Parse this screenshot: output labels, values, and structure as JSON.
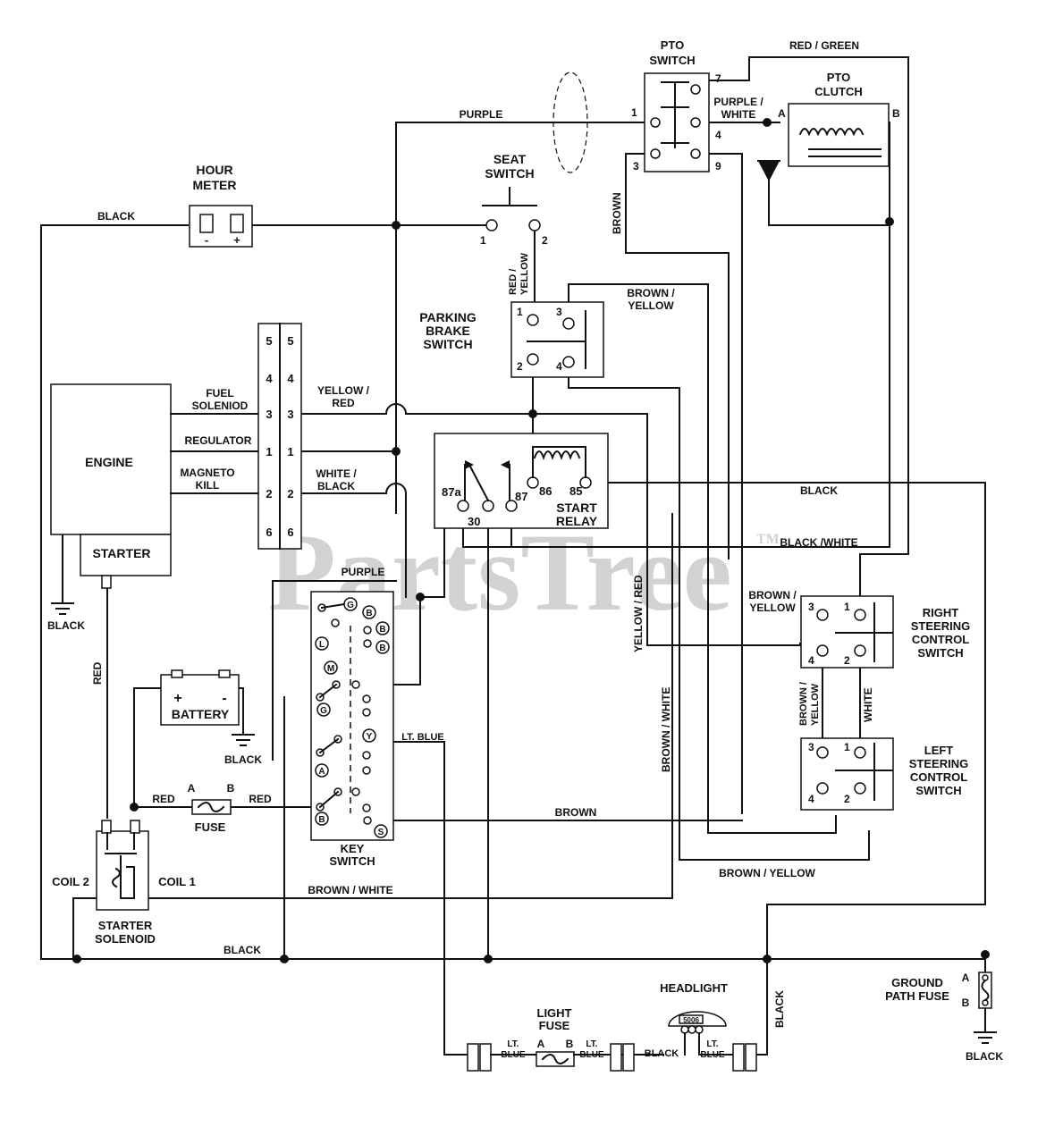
{
  "watermark": "PartsTree",
  "watermark_tm": "TM",
  "components": {
    "hour_meter": [
      "HOUR",
      "METER"
    ],
    "seat_switch": [
      "SEAT",
      "SWITCH"
    ],
    "pto_switch": [
      "PTO",
      "SWITCH"
    ],
    "pto_clutch": [
      "PTO",
      "CLUTCH"
    ],
    "parking_brake": [
      "PARKING",
      "BRAKE",
      "SWITCH"
    ],
    "engine": "ENGINE",
    "starter": "STARTER",
    "start_relay": [
      "START",
      "RELAY"
    ],
    "battery": "BATTERY",
    "fuse": "FUSE",
    "key_switch": [
      "KEY",
      "SWITCH"
    ],
    "starter_solenoid": [
      "STARTER",
      "SOLENOID"
    ],
    "coil2": "COIL 2",
    "coil1": "COIL 1",
    "right_steering": [
      "RIGHT",
      "STEERING",
      "CONTROL",
      "SWITCH"
    ],
    "left_steering": [
      "LEFT",
      "STEERING",
      "CONTROL",
      "SWITCH"
    ],
    "light_fuse": [
      "LIGHT",
      "FUSE"
    ],
    "headlight": "HEADLIGHT",
    "headlight_bulb": "5006",
    "ground_path_fuse": [
      "GROUND",
      "PATH FUSE"
    ]
  },
  "engine_terminals": {
    "fuel_solenoid": [
      "FUEL",
      "SOLENIOD"
    ],
    "regulator": "REGULATOR",
    "magneto_kill": [
      "MAGNETO",
      "KILL"
    ]
  },
  "wires": {
    "black": "BLACK",
    "purple": "PURPLE",
    "red_green": "RED / GREEN",
    "purple_white": [
      "PURPLE /",
      "WHITE"
    ],
    "brown": "BROWN",
    "red_yellow": [
      "RED /",
      "YELLOW"
    ],
    "brown_yellow": [
      "BROWN /",
      "YELLOW"
    ],
    "yellow_red": [
      "YELLOW /",
      "RED"
    ],
    "white_black": [
      "WHITE /",
      "BLACK"
    ],
    "black_white": "BLACK /WHITE",
    "yellow_red_v": "YELLOW / RED",
    "brown_white": "BROWN / WHITE",
    "brown_yellow_bottom": "BROWN / YELLOW",
    "red": "RED",
    "lt_blue": "LT. BLUE",
    "lt_blue_split": [
      "LT.",
      "BLUE"
    ],
    "white": "WHITE"
  },
  "connector_pins": [
    "5",
    "4",
    "3",
    "1",
    "2",
    "6"
  ],
  "pto_pins": [
    "7",
    "1",
    "4",
    "3",
    "9"
  ],
  "seat_pins": [
    "1",
    "2"
  ],
  "brake_pins": [
    "1",
    "3",
    "2",
    "4"
  ],
  "relay_pins": [
    "87a",
    "30",
    "87",
    "86",
    "85"
  ],
  "steer_pins": [
    "3",
    "1",
    "4",
    "2"
  ],
  "key_letters": [
    "G",
    "B",
    "L",
    "M",
    "Y",
    "A",
    "S"
  ],
  "polarity": [
    "+",
    "-"
  ],
  "fuse_ends": [
    "A",
    "B"
  ]
}
